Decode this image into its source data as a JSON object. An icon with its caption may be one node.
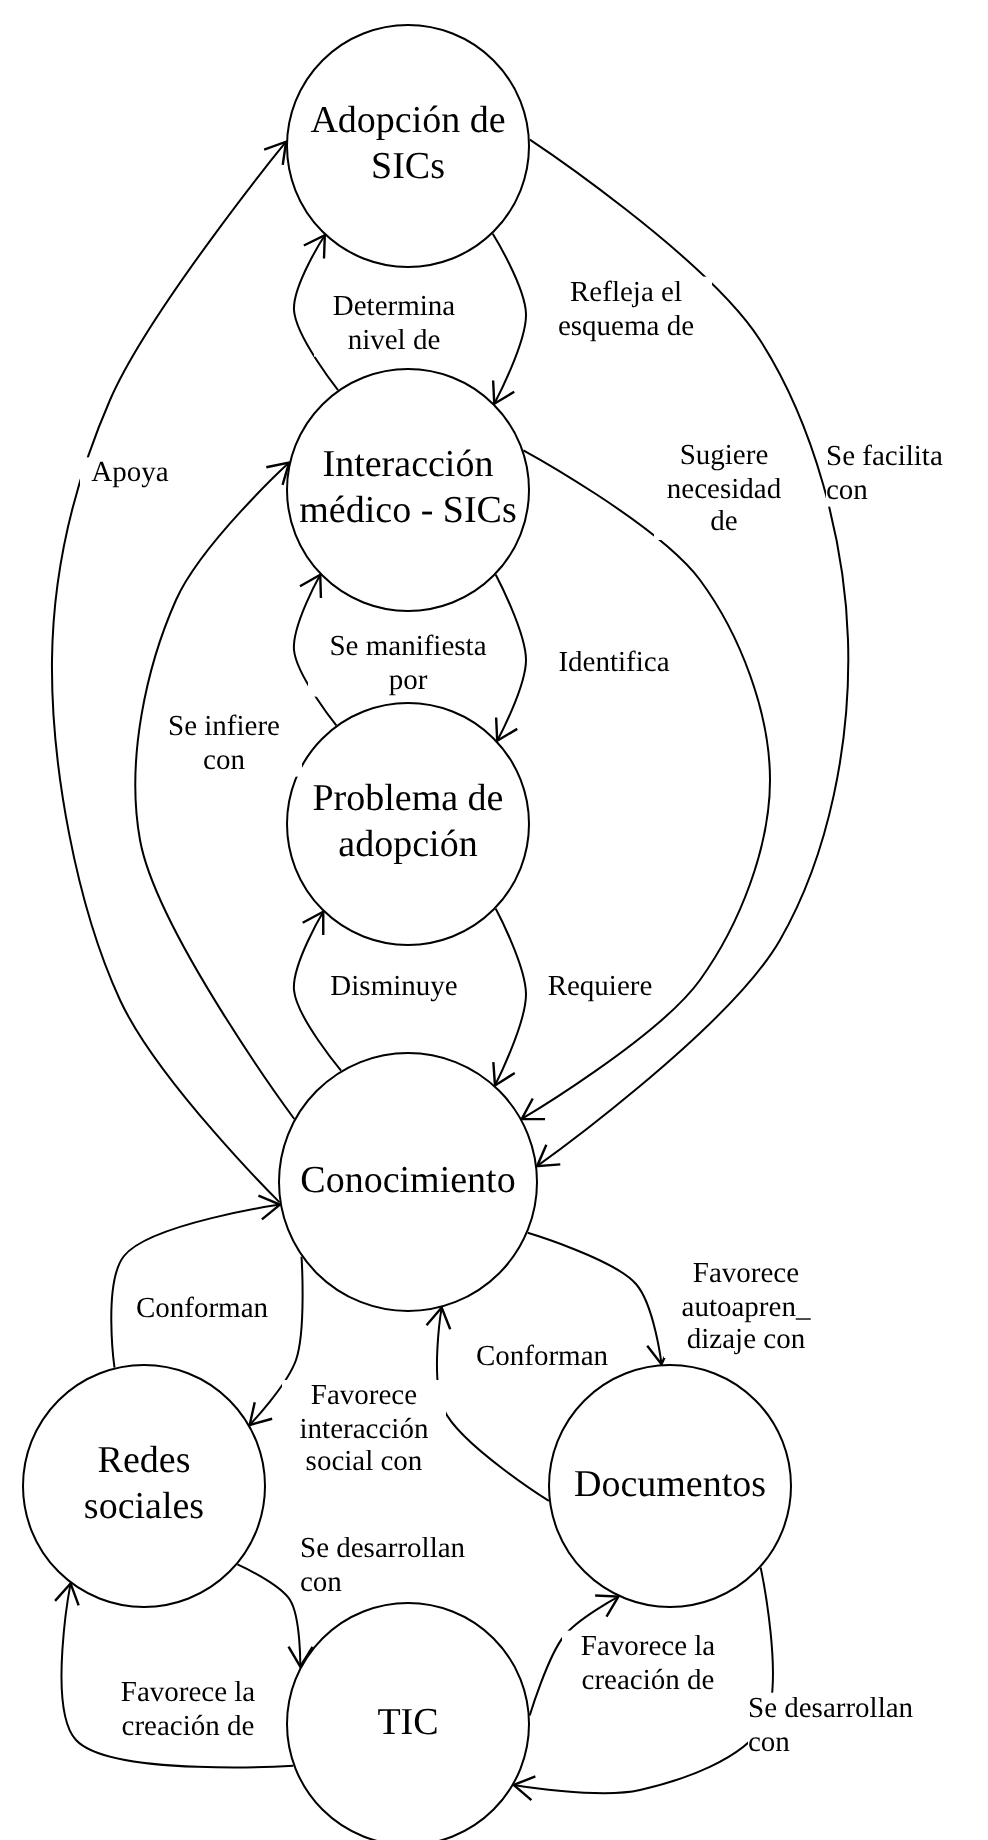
{
  "diagram": {
    "nodes": [
      {
        "text": [
          "Adopción de SICs"
        ]
      },
      {
        "text": [
          "Interacción médico - SICs"
        ]
      },
      {
        "text": [
          "Problema de adopción"
        ]
      },
      {
        "text": [
          "Conocimiento"
        ]
      },
      {
        "text": [
          "Redes sociales"
        ]
      },
      {
        "text": [
          "Documentos"
        ]
      },
      {
        "text": [
          "TIC"
        ]
      }
    ],
    "edges": [
      {
        "from": 1,
        "to": 0,
        "arrow": "to",
        "label": "Determina nivel de"
      },
      {
        "from": 0,
        "to": 1,
        "arrow": "to",
        "label": "Refleja el esquema de"
      },
      {
        "from": 3,
        "to": 0,
        "arrow": "to",
        "label": "Apoya"
      },
      {
        "from": 0,
        "to": 3,
        "arrow": "to",
        "label": "Se facilita con"
      },
      {
        "from": 3,
        "to": 1,
        "arrow": "to",
        "label": "Se infiere con"
      },
      {
        "from": 1,
        "to": 3,
        "arrow": "to",
        "label": "Sugiere necesidad de"
      },
      {
        "from": 2,
        "to": 1,
        "arrow": "to",
        "label": "Se manifiesta por"
      },
      {
        "from": 1,
        "to": 2,
        "arrow": "to",
        "label": "Identifica"
      },
      {
        "from": 3,
        "to": 2,
        "arrow": "to",
        "label": "Disminuye"
      },
      {
        "from": 2,
        "to": 3,
        "arrow": "to",
        "label": "Requiere"
      },
      {
        "from": 4,
        "to": 3,
        "arrow": "to",
        "label": "Conforman"
      },
      {
        "from": 3,
        "to": 4,
        "arrow": "to",
        "label": "Favorece interacción social con"
      },
      {
        "from": 3,
        "to": 5,
        "arrow": "to",
        "label": "Favorece autoapren_ dizaje con"
      },
      {
        "from": 5,
        "to": 3,
        "arrow": "to",
        "label": "Conforman"
      },
      {
        "from": 4,
        "to": 6,
        "arrow": "to",
        "label": "Se desarrollan con"
      },
      {
        "from": 6,
        "to": 4,
        "arrow": "to",
        "label": "Favorece la creación de"
      },
      {
        "from": 6,
        "to": 5,
        "arrow": "to",
        "label": "Favorece la creación de"
      },
      {
        "from": 5,
        "to": 6,
        "arrow": "to",
        "label": "Se desarrollan con"
      }
    ]
  }
}
